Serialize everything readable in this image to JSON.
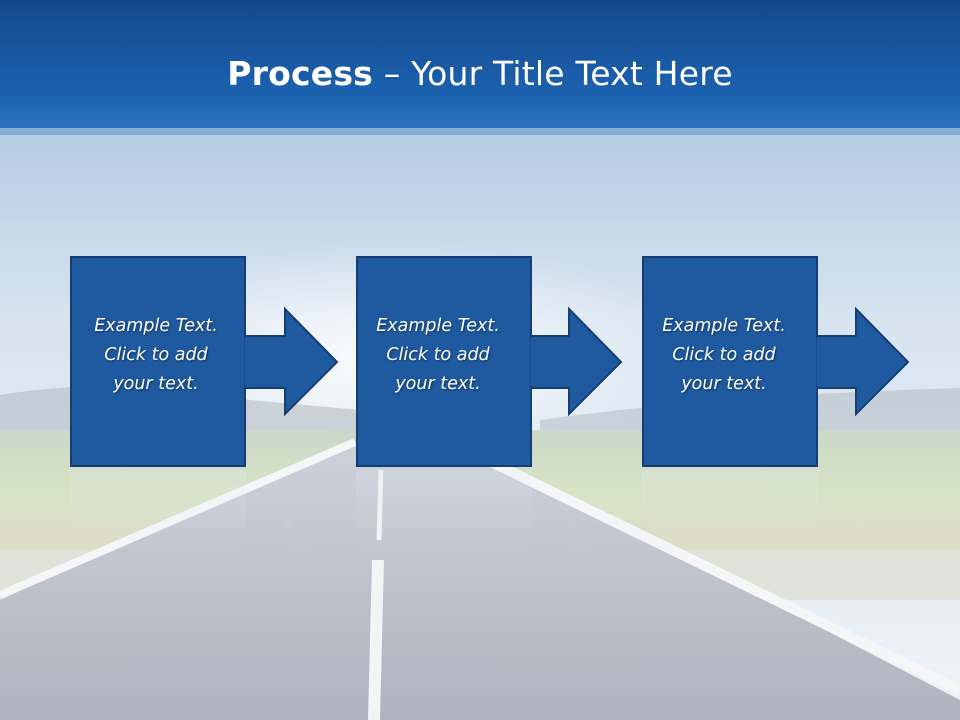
{
  "slide": {
    "title_bold": "Process",
    "title_rest": " – Your Title Text Here"
  },
  "steps": [
    {
      "line1": "Example Text.",
      "line2": "Click  to add",
      "line3": "your text."
    },
    {
      "line1": "Example Text.",
      "line2": "Click  to add",
      "line3": "your text."
    },
    {
      "line1": "Example Text.",
      "line2": "Click  to add",
      "line3": "your text."
    }
  ],
  "colors": {
    "title_bar": "#1b5aa3",
    "box_fill": "#1f5aa0",
    "box_border": "#163e73",
    "sky": "#cfdfee",
    "road": "#b8bdc7"
  }
}
